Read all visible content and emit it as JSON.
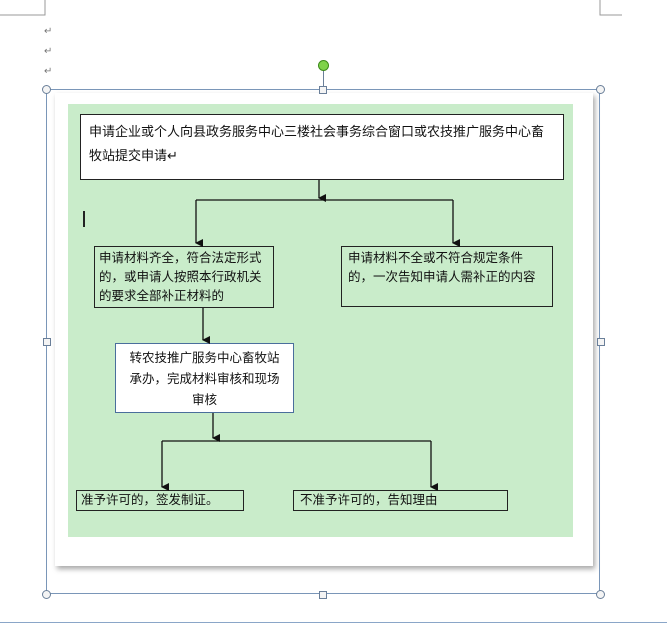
{
  "diagram": {
    "box1": "申请企业或个人向县政务服务中心三楼社会事务综合窗口或农技推广服务中心畜牧站提交申请↵",
    "box2": "申请材料齐全，符合法定形式的，或申请人按照本行政机关的要求全部补正材料的",
    "box3": "申请材料不全或不符合规定条件的，一次告知申请人需补正的内容",
    "box4": "转农技推广服务中心畜牧站承办，完成材料审核和现场审核",
    "box5": "准予许可的，签发制证。",
    "box6": "不准予许可的，告知理由"
  },
  "paragraph_marks": [
    "↵",
    "↵",
    "↵"
  ],
  "colors": {
    "canvas": "#c9ecca",
    "rotate_handle": "#7fd24a",
    "selection_border": "#7a96b8"
  }
}
